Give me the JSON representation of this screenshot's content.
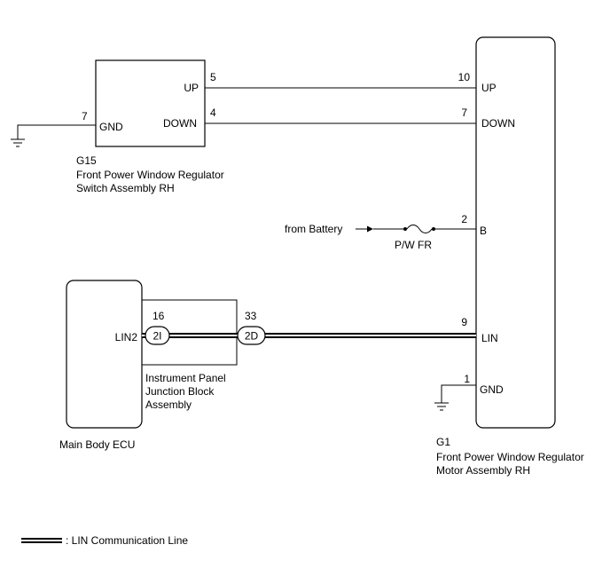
{
  "components": {
    "switch": {
      "code": "G15",
      "name_line1": "Front Power Window Regulator",
      "name_line2": "Switch Assembly RH",
      "pins": {
        "up": "UP",
        "down": "DOWN",
        "gnd": "GND"
      },
      "pin_numbers": {
        "up": "5",
        "down": "4",
        "gnd": "7"
      }
    },
    "motor": {
      "code": "G1",
      "name_line1": "Front Power Window Regulator",
      "name_line2": "Motor Assembly RH",
      "pins": {
        "up": "UP",
        "down": "DOWN",
        "b": "B",
        "lin": "LIN",
        "gnd": "GND"
      },
      "pin_numbers": {
        "up": "10",
        "down": "7",
        "b": "2",
        "lin": "9",
        "gnd": "1"
      }
    },
    "ecu": {
      "name": "Main Body ECU",
      "pin": "LIN2"
    },
    "junction": {
      "name_line1": "Instrument Panel",
      "name_line2": "Junction Block",
      "name_line3": "Assembly",
      "connector_left": "2I",
      "connector_right": "2D",
      "pin_left": "16",
      "pin_right": "33"
    }
  },
  "power": {
    "source": "from Battery",
    "fuse": "P/W FR"
  },
  "legend": {
    "label": ": LIN Communication Line"
  }
}
